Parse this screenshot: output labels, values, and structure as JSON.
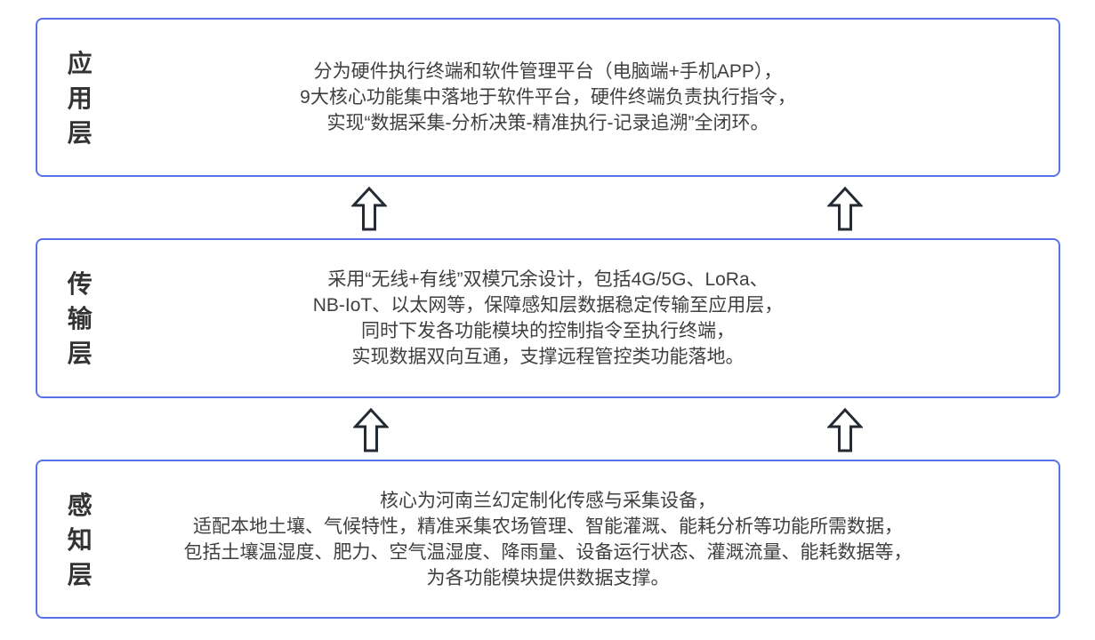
{
  "diagram": {
    "colors": {
      "page_background": "#ffffff",
      "box_border": "#5873e8",
      "box_background": "#ffffff",
      "label_text": "#333333",
      "body_text": "#3f3f3f",
      "arrow_outline": "#242a33"
    },
    "layers": [
      {
        "label": "应用层",
        "lines": [
          "分为硬件执行终端和软件管理平台（电脑端+手机APP），",
          "9大核心功能集中落地于软件平台，硬件终端负责执行指令，",
          "实现“数据采集-分析决策-精准执行-记录追溯”全闭环。"
        ]
      },
      {
        "label": "传输层",
        "lines": [
          "采用“无线+有线”双模冗余设计，包括4G/5G、LoRa、",
          "NB-IoT、以太网等，保障感知层数据稳定传输至应用层，",
          "同时下发各功能模块的控制指令至执行终端，",
          "实现数据双向互通，支撑远程管控类功能落地。"
        ]
      },
      {
        "label": "感知层",
        "lines": [
          "核心为河南兰幻定制化传感与采集设备，",
          "适配本地土壤、气候特性，精准采集农场管理、智能灌溉、能耗分析等功能所需数据，",
          "包括土壤温湿度、肥力、空气温湿度、降雨量、设备运行状态、灌溉流量、能耗数据等，",
          "为各功能模块提供数据支撑。"
        ]
      }
    ],
    "arrow_icon": "hollow-up-arrow"
  }
}
